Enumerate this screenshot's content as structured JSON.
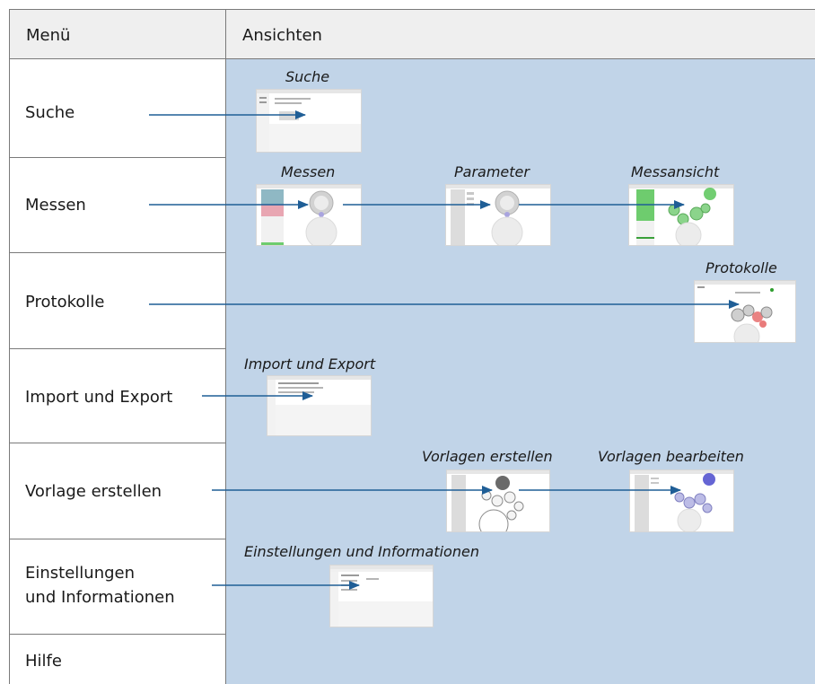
{
  "header": {
    "menu_label": "Menü",
    "views_label": "Ansichten"
  },
  "menu": {
    "items": [
      {
        "label": "Suche"
      },
      {
        "label": "Messen"
      },
      {
        "label": "Protokolle"
      },
      {
        "label": "Import und Export"
      },
      {
        "label": "Vorlage erstellen"
      },
      {
        "label_line1": "Einstellungen",
        "label_line2": "und Informationen"
      },
      {
        "label": "Hilfe"
      }
    ]
  },
  "views": {
    "suche": "Suche",
    "messen": "Messen",
    "parameter": "Parameter",
    "messansicht": "Messansicht",
    "protokolle": "Protokolle",
    "import_export": "Import und Export",
    "vorlagen_erstellen": "Vorlagen erstellen",
    "vorlagen_bearbeiten": "Vorlagen bearbeiten",
    "einstellungen": "Einstellungen und Informationen"
  },
  "colors": {
    "arrow": "#1f5e96",
    "panel": "#c1d4e8",
    "header": "#efefef",
    "border": "#7a7a7a"
  }
}
